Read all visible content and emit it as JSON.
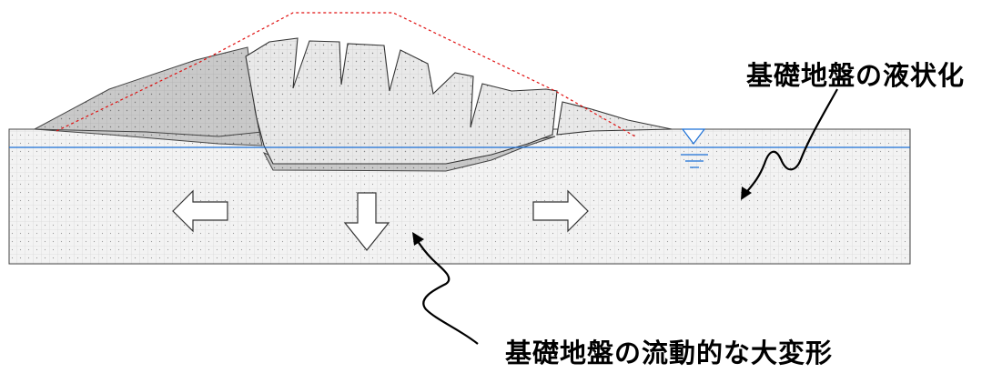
{
  "labels": {
    "liquefaction": "基礎地盤の液状化",
    "flow_deformation": "基礎地盤の流動的な大変形"
  },
  "colors": {
    "ground_fill": "#f2f2f2",
    "ground_grid": "#c8c8c8",
    "embankment_fill": "#e6e6e6",
    "liquefied_layer_fill": "#bdbdbd",
    "water_level": "#1a6fd6",
    "original_profile": "#e01010",
    "outline": "#333333"
  },
  "icons": {
    "water_level_symbol": "inverted-triangle",
    "movement_arrows": [
      "arrow-left",
      "arrow-down",
      "arrow-right"
    ]
  }
}
